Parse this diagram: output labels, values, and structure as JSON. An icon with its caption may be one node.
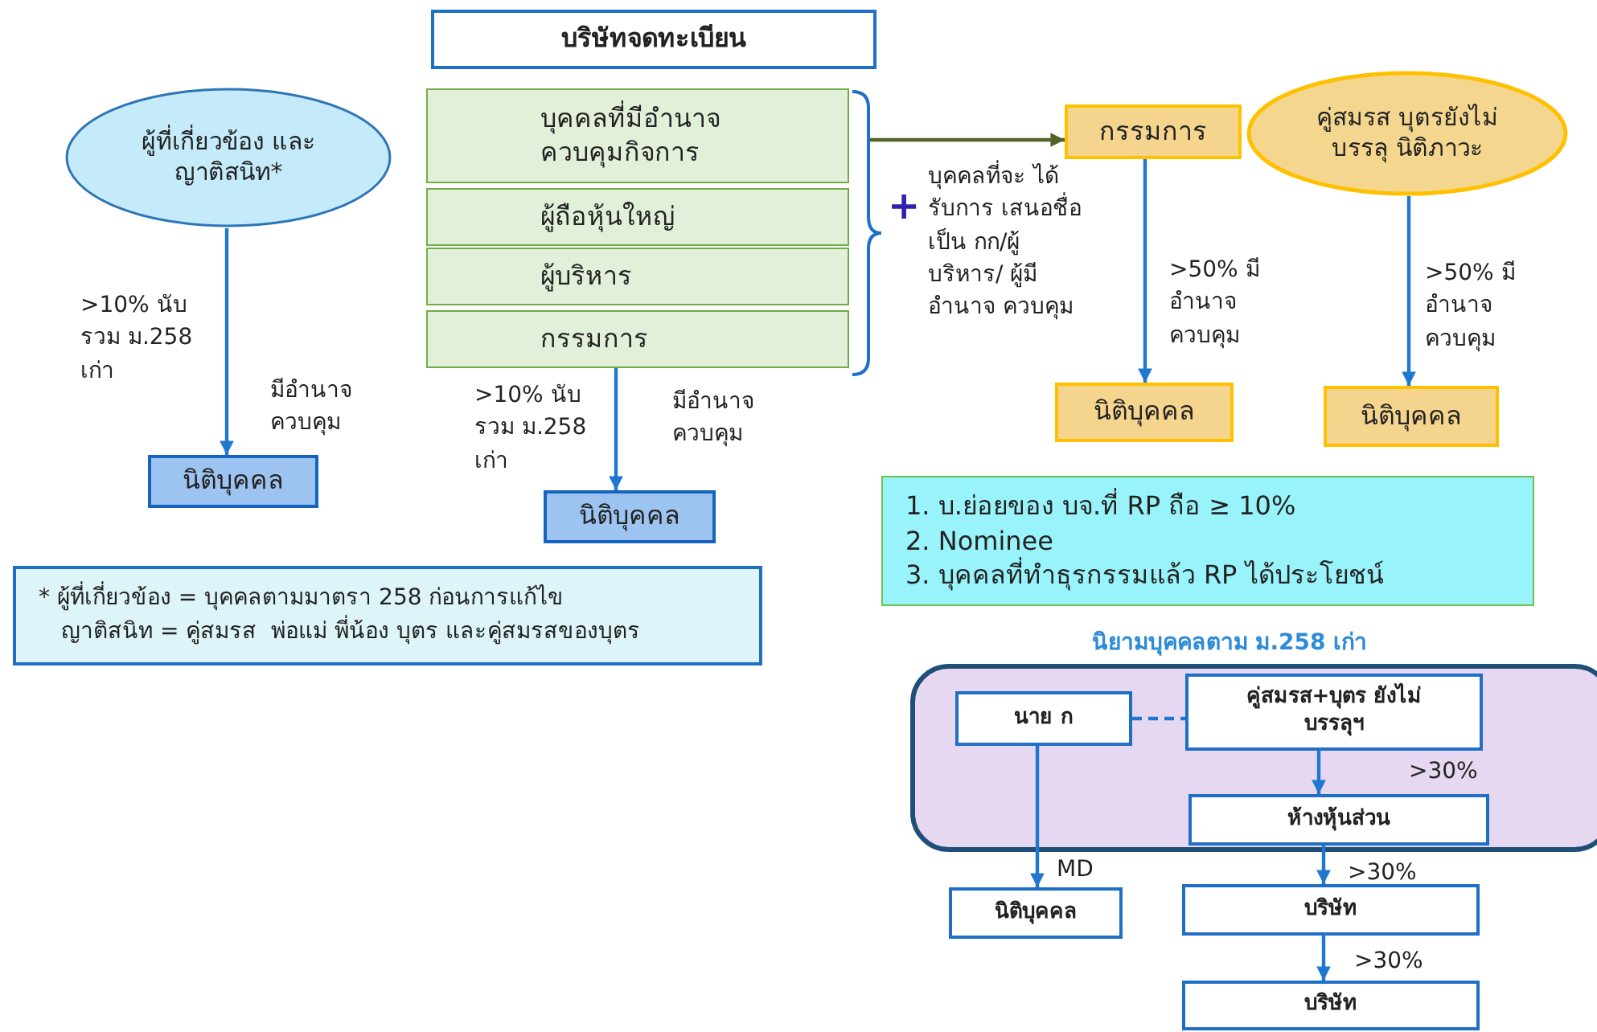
{
  "diagram": {
    "nodes": [
      {
        "text": [
          "บริษัทจดทะเบียน"
        ]
      },
      {
        "text": [
          "ผู้ที่เกี่ยวข้อง และญาติสนิท*"
        ]
      },
      {
        "text": [
          "บุคคลที่มีอำนาจ ควบคุมกิจการ"
        ]
      },
      {
        "text": [
          "ผู้ถือหุ้นใหญ่"
        ]
      },
      {
        "text": [
          "ผู้บริหาร"
        ]
      },
      {
        "text": [
          "กรรมการ"
        ]
      },
      {
        "text": [
          "นิติบุคคล"
        ]
      },
      {
        "text": [
          "นิติบุคคล"
        ]
      },
      {
        "text": [
          "กรรมการ"
        ]
      },
      {
        "text": [
          "คู่สมรส บุตรยังไม่บรรลุ นิติภาวะ"
        ]
      },
      {
        "text": [
          "นิติบุคคล"
        ]
      },
      {
        "text": [
          "นิติบุคคล"
        ]
      },
      {
        "text": [
          "1. บ.ย่อยของ บจ.ที่ RP ถือ ≥ 10%",
          "2. Nominee",
          "3. บุคคลที่ทำธุรกรรมแล้ว RP ได้ประโยชน์"
        ]
      },
      {
        "text": [
          "* ผู้ที่เกี่ยวข้อง = บุคคลตามมาตรา 258 ก่อนการแก้ไข",
          "ญาติสนิท = คู่สมรส  พ่อแม่ พี่น้อง บุตร และคู่สมรสของบุตร"
        ]
      },
      {
        "text": [
          "นิยามบุคคลตาม ม.258 เก่า"
        ]
      },
      {
        "text": [
          "นาย ก"
        ],
        "in": 14
      },
      {
        "text": [
          "คู่สมรส+บุตร ยังไม่บรรลุฯ"
        ],
        "in": 14
      },
      {
        "text": [
          "ห้างหุ้นส่วน"
        ],
        "in": 14
      },
      {
        "text": [
          "นิติบุคคล"
        ]
      },
      {
        "text": [
          "บริษัท"
        ]
      },
      {
        "text": [
          "บริษัท"
        ]
      }
    ],
    "edges": [
      {
        "from": 1,
        "to": 6,
        "arrow": "to"
      },
      {
        "from": 5,
        "to": 7,
        "arrow": "to"
      },
      {
        "from": null,
        "to": 8,
        "arrow": "to",
        "color": "#4f6228"
      },
      {
        "from": 8,
        "to": 10,
        "arrow": "to",
        "label": ">50% มีอำนาจ ควบคุม"
      },
      {
        "from": 9,
        "to": 11,
        "arrow": "to",
        "label": ">50% มีอำนาจ ควบคุม"
      },
      {
        "from": 15,
        "to": 16,
        "arrow": "none",
        "style": "dashed"
      },
      {
        "from": 16,
        "to": 17,
        "arrow": "to",
        "label": ">30%"
      },
      {
        "from": 15,
        "to": 18,
        "arrow": "to",
        "label": "MD"
      },
      {
        "from": 17,
        "to": 19,
        "arrow": "to",
        "label": ">30%"
      },
      {
        "from": 19,
        "to": 20,
        "arrow": "to",
        "label": ">30%"
      }
    ],
    "labels": [
      ">10% นับรวม ม.258 เก่า",
      "มีอำนาจ ควบคุม",
      ">10% นับรวม ม.258 เก่า",
      "มีอำนาจ ควบคุม",
      "+",
      "บุคคลที่จะ ได้รับการ เสนอชื่อเป็น กก/ผู้บริหาร/ ผู้มีอำนาจ ควบคุม"
    ]
  }
}
